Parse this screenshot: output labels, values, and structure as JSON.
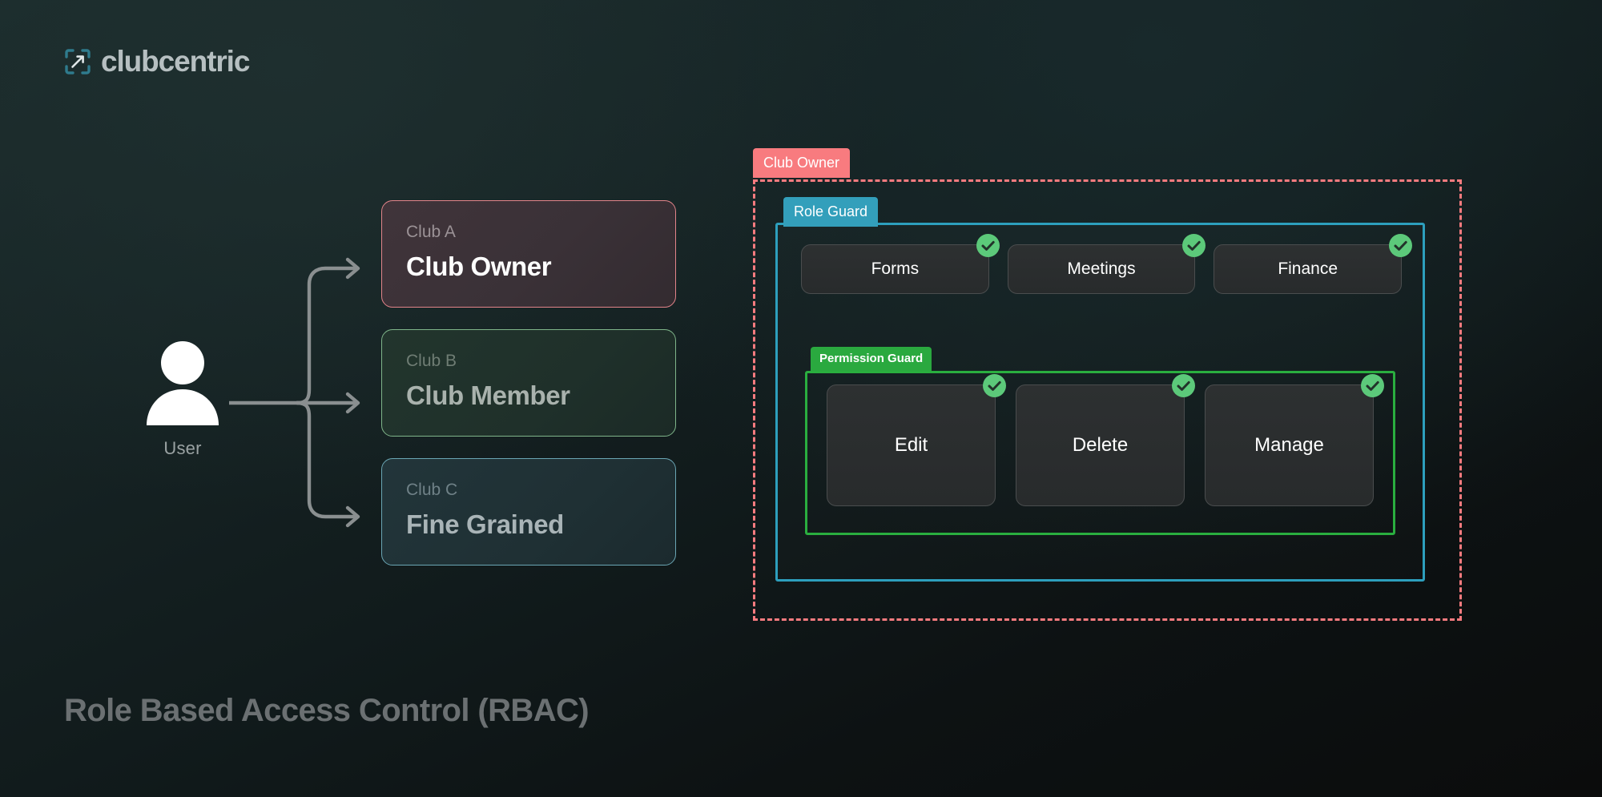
{
  "brand": {
    "name": "clubcentric",
    "mark_icon": "frame-arrow-icon",
    "mark_color": "#2f7b8d",
    "text_color": "#b6bfc1"
  },
  "actor": {
    "avatar_icon": "user-avatar-icon",
    "label": "User"
  },
  "connector": {
    "icon": "branching-arrows-icon",
    "color": "#8a8f90",
    "branches": 3
  },
  "role_cards": [
    {
      "club": "Club A",
      "role": "Club Owner",
      "accent": "#e3848a"
    },
    {
      "club": "Club B",
      "role": "Club Member",
      "accent": "#7fb58a"
    },
    {
      "club": "Club C",
      "role": "Fine Grained",
      "accent": "#6aa6b4"
    }
  ],
  "permission_diagram": {
    "owner_scope": {
      "tag": "Club Owner",
      "color": "#f87b7f",
      "border_style": "dashed"
    },
    "role_guard": {
      "tag": "Role Guard",
      "color": "#2d9fbd",
      "border_style": "solid",
      "permissions": [
        {
          "label": "Forms",
          "granted": true,
          "badge_icon": "check-circle-icon"
        },
        {
          "label": "Meetings",
          "granted": true,
          "badge_icon": "check-circle-icon"
        },
        {
          "label": "Finance",
          "granted": true,
          "badge_icon": "check-circle-icon"
        }
      ]
    },
    "permission_guard": {
      "tag": "Permission Guard",
      "color": "#2aae3f",
      "border_style": "solid",
      "permissions": [
        {
          "label": "Edit",
          "granted": true,
          "badge_icon": "check-circle-icon"
        },
        {
          "label": "Delete",
          "granted": true,
          "badge_icon": "check-circle-icon"
        },
        {
          "label": "Manage",
          "granted": true,
          "badge_icon": "check-circle-icon"
        }
      ]
    }
  },
  "footer": {
    "title": "Role Based Access Control (RBAC)"
  },
  "colors": {
    "badge_green": "#5cc97a",
    "badge_check": "#22332a",
    "button_face": "#2d3031",
    "button_border": "#4a4d4e"
  }
}
